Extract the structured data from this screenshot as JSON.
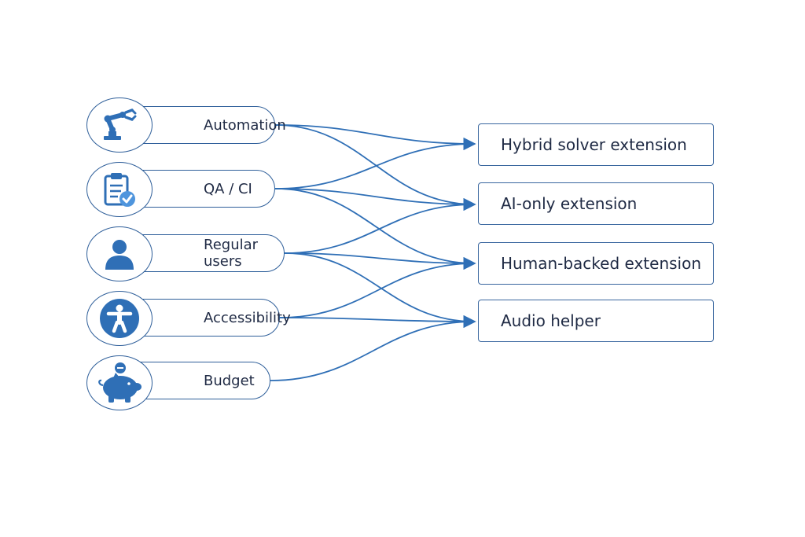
{
  "sources": [
    {
      "id": "automation",
      "label": "Automation",
      "icon": "robot-arm-icon"
    },
    {
      "id": "qa",
      "label": "QA / CI",
      "icon": "clipboard-check-icon"
    },
    {
      "id": "regular",
      "label": "Regular users",
      "icon": "user-icon"
    },
    {
      "id": "accessibility",
      "label": "Accessibility",
      "icon": "accessibility-icon"
    },
    {
      "id": "budget",
      "label": "Budget",
      "icon": "piggy-bank-icon"
    }
  ],
  "targets": [
    {
      "id": "hybrid",
      "label": "Hybrid solver extension"
    },
    {
      "id": "ai",
      "label": "AI-only extension"
    },
    {
      "id": "human",
      "label": "Human-backed extension"
    },
    {
      "id": "audio",
      "label": "Audio helper"
    }
  ],
  "edges": [
    {
      "from": "automation",
      "to": "hybrid"
    },
    {
      "from": "automation",
      "to": "ai"
    },
    {
      "from": "qa",
      "to": "hybrid"
    },
    {
      "from": "qa",
      "to": "ai"
    },
    {
      "from": "qa",
      "to": "human"
    },
    {
      "from": "regular",
      "to": "ai"
    },
    {
      "from": "regular",
      "to": "human"
    },
    {
      "from": "regular",
      "to": "audio"
    },
    {
      "from": "accessibility",
      "to": "human"
    },
    {
      "from": "accessibility",
      "to": "audio"
    },
    {
      "from": "budget",
      "to": "audio"
    }
  ],
  "colors": {
    "accent": "#2f6fb6",
    "line": "#2f5f9a",
    "text": "#1f2a44"
  }
}
